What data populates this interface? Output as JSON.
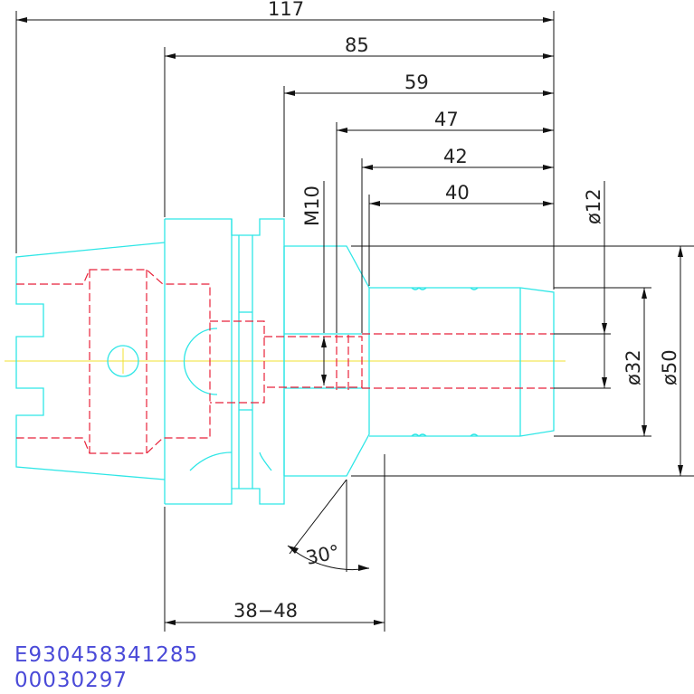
{
  "dimensions": {
    "d117": "117",
    "d85": "85",
    "d59": "59",
    "d47": "47",
    "d42": "42",
    "d40": "40",
    "m10": "M10",
    "phi12": "ø12",
    "phi32": "ø32",
    "phi50": "ø50",
    "angle": "30°",
    "range": "38−48"
  },
  "codes": {
    "line1": "E930458341285",
    "line2": "00030297"
  },
  "colors": {
    "outline": "#2ee6e6",
    "hidden": "#e8223a",
    "dimension": "#111111",
    "centerline": "#f0e030",
    "code_text": "#4a4ad8"
  }
}
